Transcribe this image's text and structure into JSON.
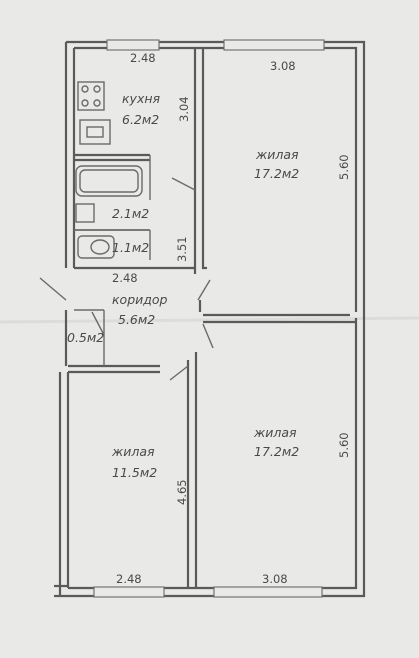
{
  "rooms": {
    "kitchen": {
      "name": "кухня",
      "area": "6.2м2"
    },
    "bath": {
      "area": "2.1м2"
    },
    "toilet": {
      "area": "1.1м2"
    },
    "closet": {
      "area": "0.5м2"
    },
    "corridor": {
      "name": "коридор",
      "area": "5.6м2"
    },
    "living_ne": {
      "name": "жилая",
      "area": "17.2м2"
    },
    "living_se": {
      "name": "жилая",
      "area": "17.2м2"
    },
    "living_sw": {
      "name": "жилая",
      "area": "11.5м2"
    }
  },
  "dimensions": {
    "top_left": "2.48",
    "top_right": "3.08",
    "kitchen_side": "3.04",
    "wc_side": "3.51",
    "corridor_top": "2.48",
    "right_upper": "5.60",
    "right_lower": "5.60",
    "sw_side": "4.65",
    "bottom_left": "2.48",
    "bottom_right": "3.08"
  }
}
